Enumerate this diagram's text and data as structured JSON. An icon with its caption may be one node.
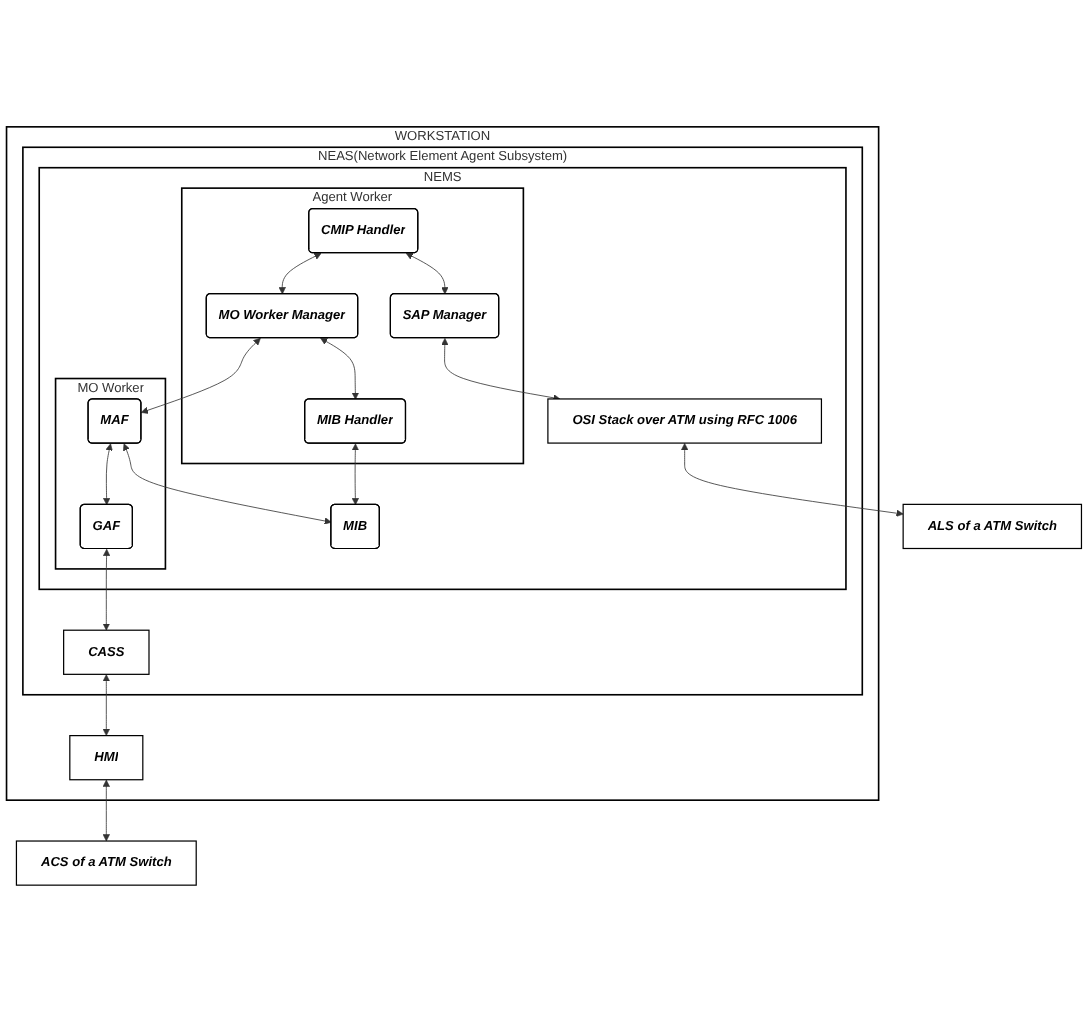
{
  "diagram": {
    "nodes": [
      {
        "text": [
          "WORKSTATION"
        ]
      },
      {
        "text": [
          "NEAS(Network Element Agent Subsystem)"
        ],
        "in": 0
      },
      {
        "text": [
          "NEMS"
        ],
        "in": 1
      },
      {
        "text": [
          "Agent Worker"
        ],
        "in": 2
      },
      {
        "text": [
          "CMIP Handler"
        ],
        "in": 3
      },
      {
        "text": [
          "MO Worker Manager"
        ],
        "in": 3
      },
      {
        "text": [
          "SAP Manager"
        ],
        "in": 3
      },
      {
        "text": [
          "MIB Handler"
        ],
        "in": 3
      },
      {
        "text": [
          "MO Worker"
        ],
        "in": 2
      },
      {
        "text": [
          "MAF"
        ],
        "in": 8
      },
      {
        "text": [
          "GAF"
        ],
        "in": 8
      },
      {
        "text": [
          "MIB"
        ],
        "in": 2
      },
      {
        "text": [
          "OSI Stack over ATM using RFC 1006"
        ],
        "in": 2
      },
      {
        "text": [
          "CASS"
        ],
        "in": 1
      },
      {
        "text": [
          "HMI"
        ],
        "in": 0
      },
      {
        "text": [
          "ALS of a ATM Switch"
        ]
      },
      {
        "text": [
          "ACS of a ATM Switch"
        ]
      }
    ],
    "edges": [
      {
        "from": 4,
        "to": 5,
        "arrow": "both"
      },
      {
        "from": 4,
        "to": 6,
        "arrow": "both"
      },
      {
        "from": 5,
        "to": 7,
        "arrow": "both"
      },
      {
        "from": 5,
        "to": 9,
        "arrow": "both"
      },
      {
        "from": 9,
        "to": 10,
        "arrow": "both"
      },
      {
        "from": 9,
        "to": 11,
        "arrow": "both"
      },
      {
        "from": 7,
        "to": 11,
        "arrow": "both"
      },
      {
        "from": 10,
        "to": 13,
        "arrow": "both"
      },
      {
        "from": 6,
        "to": 12,
        "arrow": "both"
      },
      {
        "from": 12,
        "to": 15,
        "arrow": "both"
      },
      {
        "from": 13,
        "to": 14,
        "arrow": "both"
      },
      {
        "from": 14,
        "to": 16,
        "arrow": "both"
      }
    ]
  }
}
